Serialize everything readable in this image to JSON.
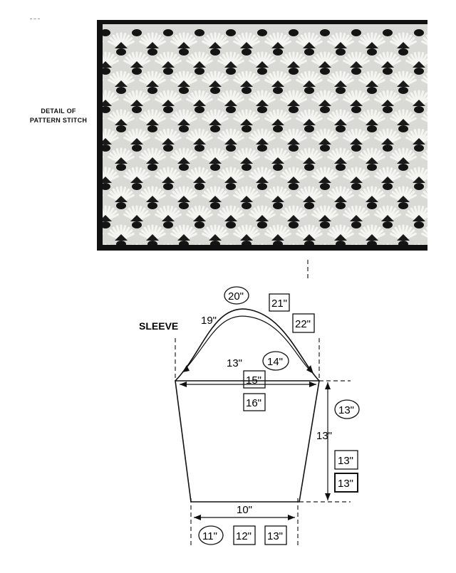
{
  "photo": {
    "label_line1": "DETAIL OF",
    "label_line2": "PATTERN STITCH"
  },
  "sleeve": {
    "title": "SLEEVE",
    "cap_arc": {
      "len_a": "19\"",
      "len_b": "20\"",
      "len_c": "21\"",
      "len_d": "22\""
    },
    "upper_width": {
      "a": "13\"",
      "b": "14\"",
      "c": "15\"",
      "d": "16\""
    },
    "side_length": {
      "a": "13\"",
      "b": "13\"",
      "c": "13\"",
      "d": "13\""
    },
    "bottom_width": {
      "a": "10\"",
      "b": "11\"",
      "c": "12\"",
      "d": "13\""
    }
  }
}
